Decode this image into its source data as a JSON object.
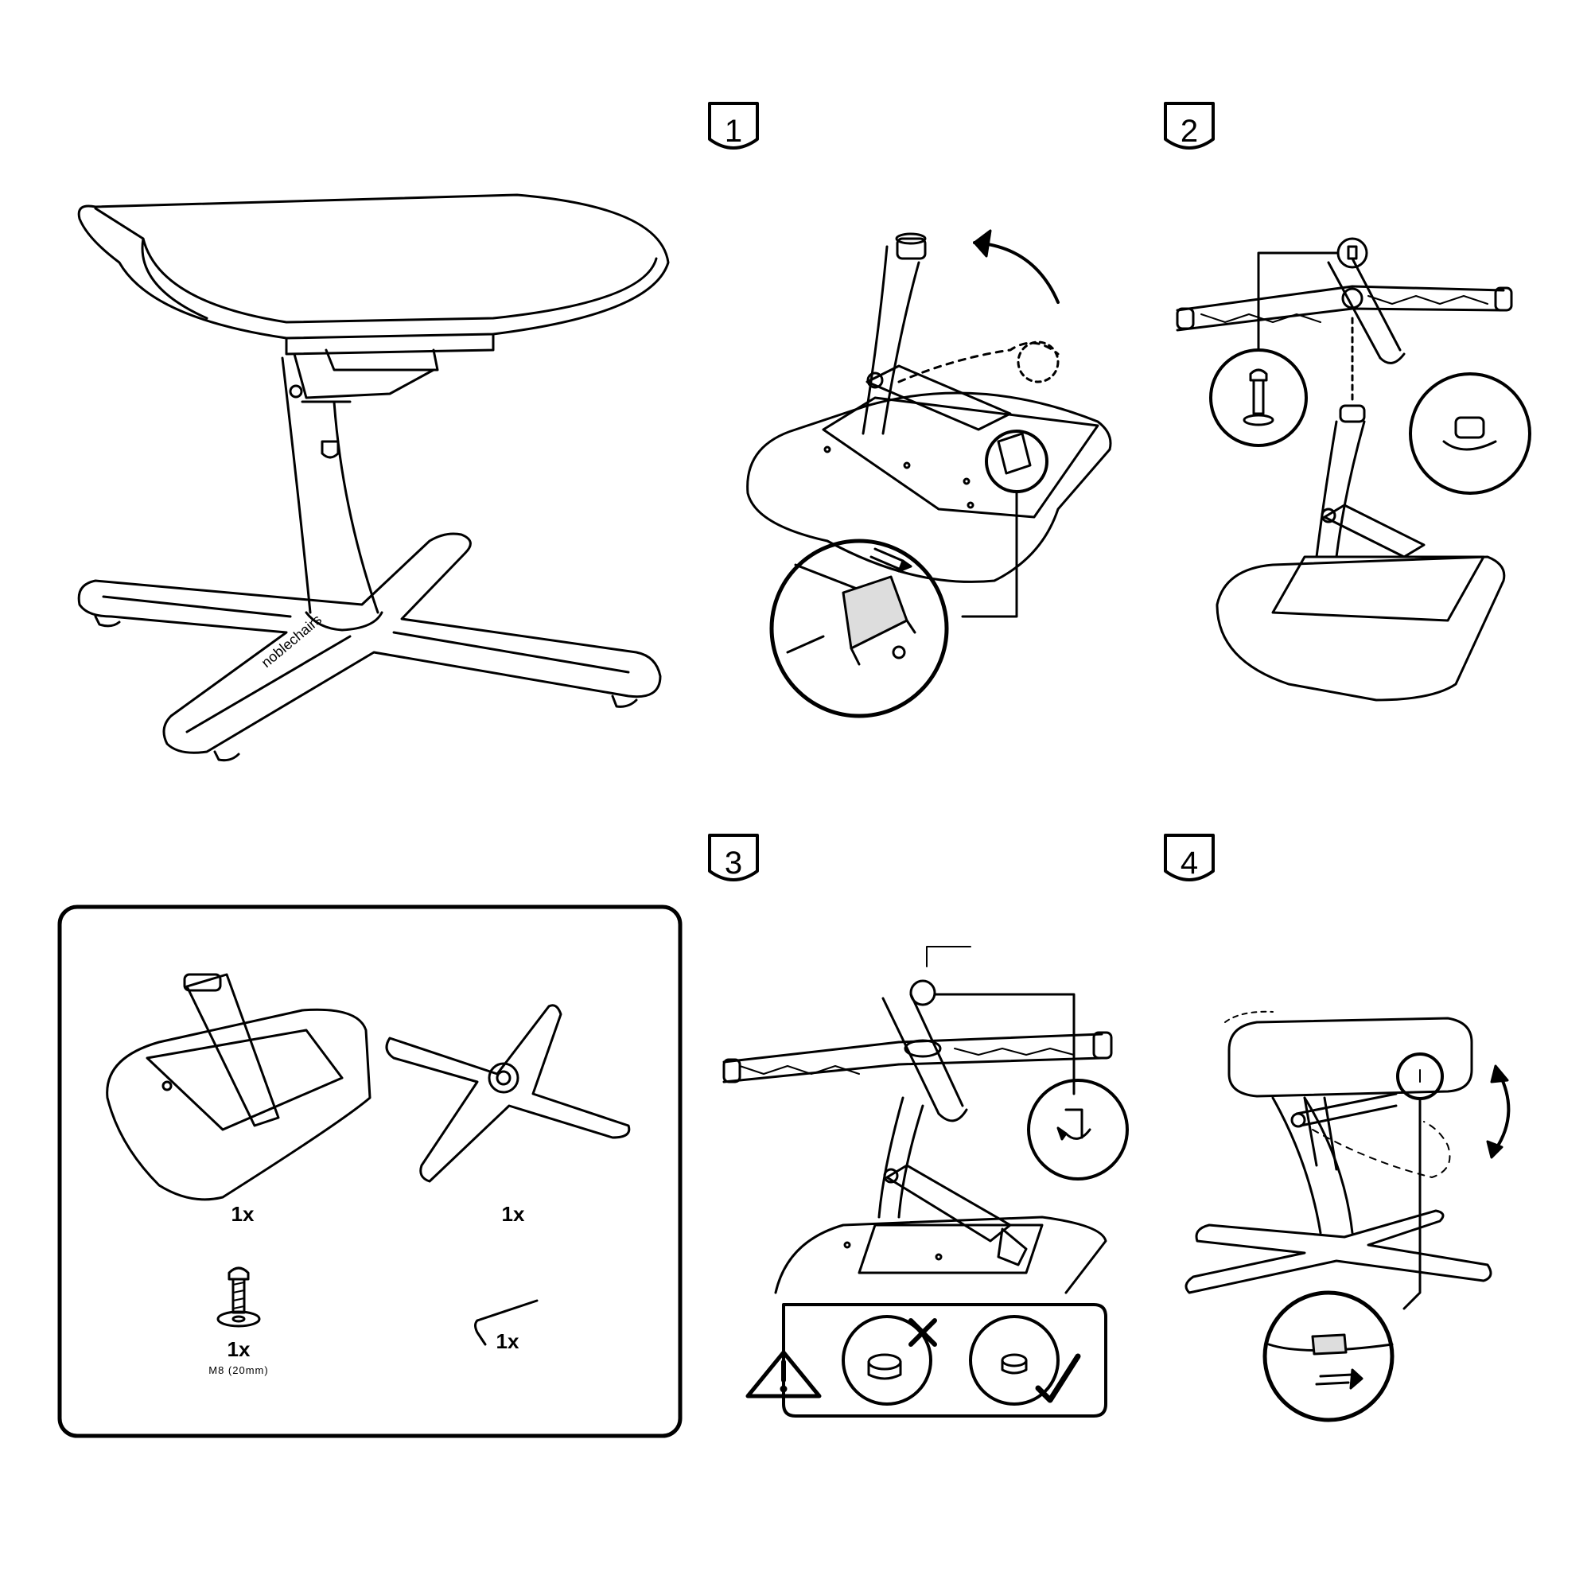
{
  "steps": [
    {
      "number": "1"
    },
    {
      "number": "2"
    },
    {
      "number": "3"
    },
    {
      "number": "4"
    }
  ],
  "parts": [
    {
      "id": "seat-base",
      "qty": "1x",
      "spec": ""
    },
    {
      "id": "star-base",
      "qty": "1x",
      "spec": ""
    },
    {
      "id": "bolt-washer",
      "qty": "1x",
      "spec": "M8 (20mm)"
    },
    {
      "id": "allen-key",
      "qty": "1x",
      "spec": ""
    }
  ],
  "brand": "noblechairs",
  "icons": [
    "warning-icon",
    "wrong-cross-icon",
    "correct-check-icon",
    "rotate-arrow-icon",
    "push-arrow-icon"
  ]
}
